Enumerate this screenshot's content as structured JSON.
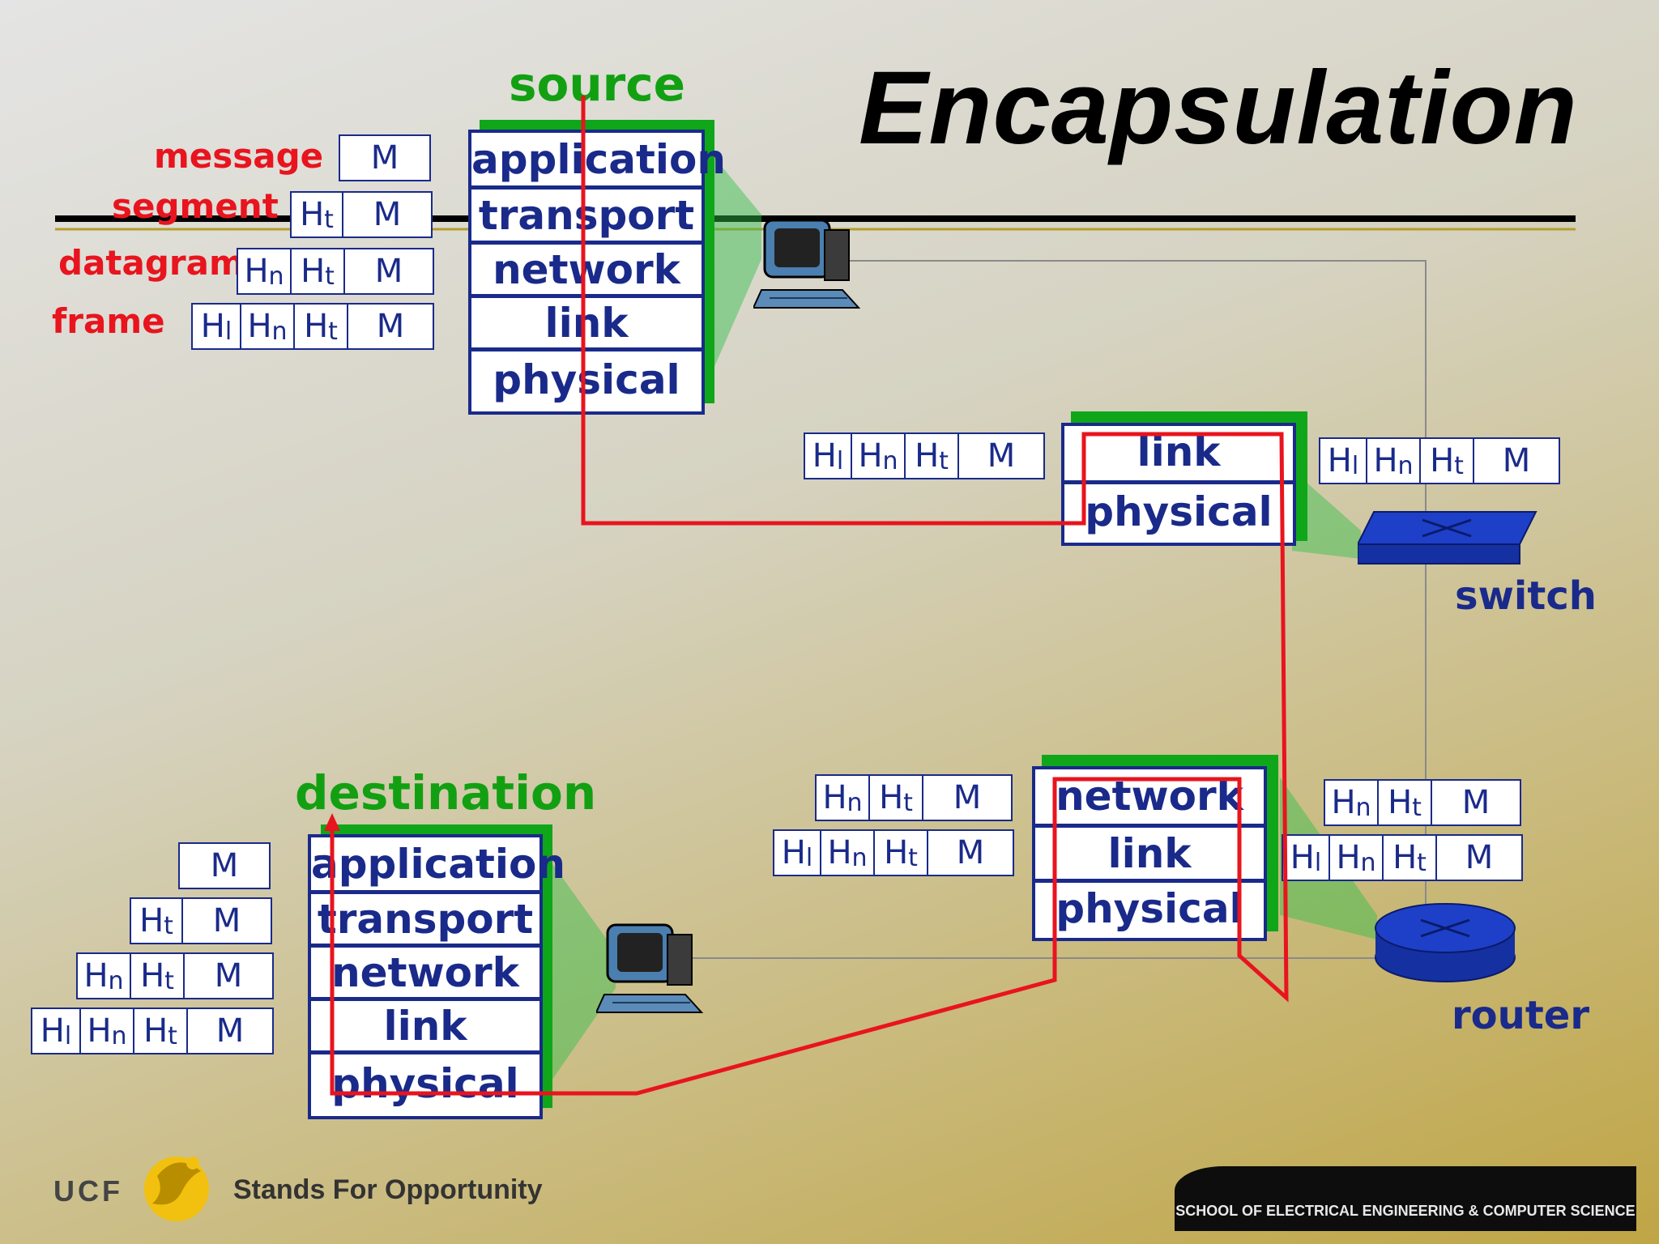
{
  "title": "Encapsulation",
  "labels": {
    "source": "source",
    "destination": "destination",
    "switch": "switch",
    "router": "router"
  },
  "packet_types": {
    "message": "message",
    "segment": "segment",
    "datagram": "datagram",
    "frame": "frame"
  },
  "headers": {
    "m": "M",
    "ht_base": "H",
    "ht_sub": "t",
    "hn_base": "H",
    "hn_sub": "n",
    "hl_base": "H",
    "hl_sub": "l"
  },
  "source_stack": [
    "application",
    "transport",
    "network",
    "link",
    "physical"
  ],
  "destination_stack": [
    "application",
    "transport",
    "network",
    "link",
    "physical"
  ],
  "switch_stack": [
    "link",
    "physical"
  ],
  "router_stack": [
    "network",
    "link",
    "physical"
  ],
  "footer": {
    "ucf": "UCF",
    "tagline": "Stands For Opportunity",
    "school": "SCHOOL OF ELECTRICAL ENGINEERING & COMPUTER SCIENCE"
  },
  "colors": {
    "stack_border": "#1a2a8a",
    "stack_shadow": "#0fa61a",
    "path_line": "#e8141e",
    "label_green": "#12a012",
    "label_red": "#e8141e"
  }
}
